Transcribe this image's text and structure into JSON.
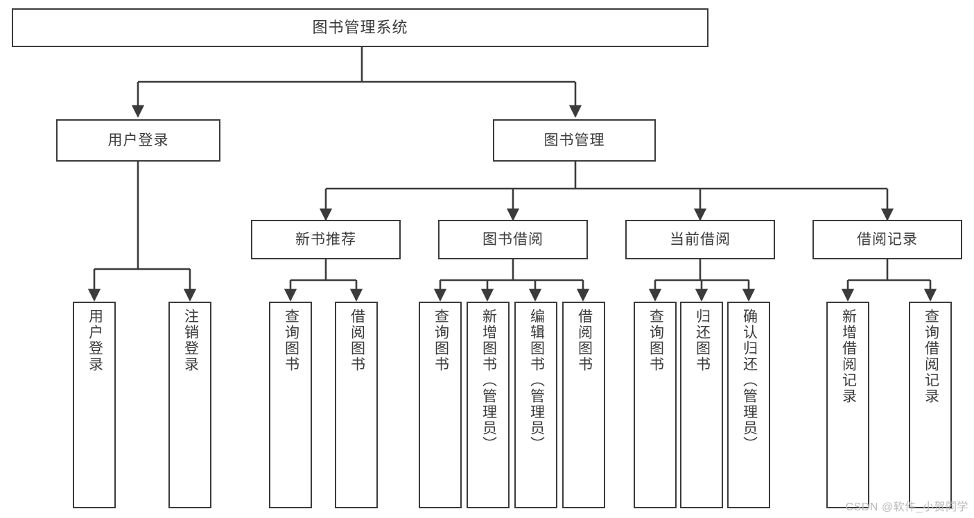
{
  "diagram": {
    "title": "图书管理系统",
    "watermark": "CSDN @软件_小贺同学",
    "line_color": "#3b3b3b",
    "text_color": "#3b3b3b",
    "background": "#ffffff"
  },
  "nodes": {
    "root": {
      "label": "图书管理系统"
    },
    "level1": [
      {
        "label": "用户登录"
      },
      {
        "label": "图书管理"
      }
    ],
    "level2": [
      {
        "label": "新书推荐"
      },
      {
        "label": "图书借阅"
      },
      {
        "label": "当前借阅"
      },
      {
        "label": "借阅记录"
      }
    ],
    "leaves": {
      "user_login": [
        {
          "label": "用户登录"
        },
        {
          "label": "注销登录"
        }
      ],
      "new_book_recommend": [
        {
          "label": "查询图书"
        },
        {
          "label": "借阅图书"
        }
      ],
      "book_borrow": [
        {
          "label": "查询图书"
        },
        {
          "label": "新增图书（管理员）"
        },
        {
          "label": "编辑图书（管理员）"
        },
        {
          "label": "借阅图书"
        }
      ],
      "current_borrow": [
        {
          "label": "查询图书"
        },
        {
          "label": "归还图书"
        },
        {
          "label": "确认归还（管理员）"
        }
      ],
      "borrow_record": [
        {
          "label": "新增借阅记录"
        },
        {
          "label": "查询借阅记录"
        }
      ]
    }
  }
}
